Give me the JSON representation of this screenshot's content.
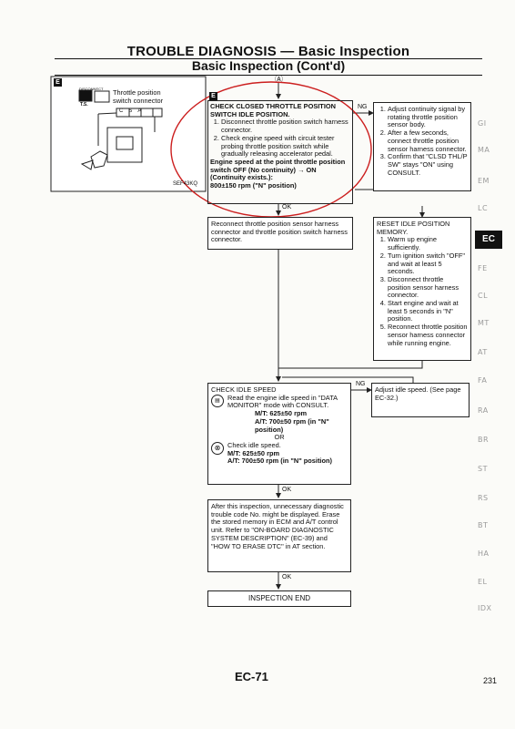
{
  "header": {
    "title": "TROUBLE DIAGNOSIS — Basic Inspection",
    "subtitle": "Basic Inspection (Cont'd)"
  },
  "connector_symbol": "Ⓐ",
  "diagram": {
    "tag": "E",
    "label": "Throttle position switch connector",
    "disconnect": "DISCONNECT",
    "ts": "T.S.",
    "pins": [
      "C",
      "S",
      "A"
    ],
    "ref": "SEF43KQ"
  },
  "step_check": {
    "tag": "E",
    "title": "CHECK CLOSED THROTTLE POSITION SWITCH IDLE POSITION.",
    "items": [
      "Disconnect throttle position switch harness connector.",
      "Check engine speed with circuit tester probing throttle position switch while gradually releasing accelerator pedal."
    ],
    "result": "Engine speed at the point throttle position switch OFF (No continuity) → ON (Continuity exists.):",
    "spec": "800±150 rpm (\"N\" position)"
  },
  "step_adjust": {
    "items": [
      "Adjust continuity signal by rotating throttle position sensor body.",
      "After a few seconds, connect throttle position sensor harness connector.",
      "Confirm that \"CLSD THL/P SW\" stays \"ON\" using CONSULT."
    ]
  },
  "step_reconnect": {
    "text": "Reconnect throttle position sensor harness connector and throttle position switch harness connector."
  },
  "step_reset": {
    "title": "RESET IDLE POSITION MEMORY.",
    "items": [
      "Warm up engine sufficiently.",
      "Turn ignition switch \"OFF\" and wait at least 5 seconds.",
      "Disconnect throttle position sensor harness connector.",
      "Start engine and wait at least 5 seconds in \"N\" position.",
      "Reconnect throttle position sensor harness connector while running engine."
    ]
  },
  "step_idle": {
    "title": "CHECK IDLE SPEED",
    "consult_text": "Read the engine idle speed in \"DATA MONITOR\" mode with CONSULT.",
    "mt": "M/T: 625±50 rpm",
    "at": "A/T: 700±50 rpm (in \"N\" position)",
    "or": "OR",
    "check_text": "Check idle speed.",
    "mt2": "M/T: 625±50 rpm",
    "at2": "A/T: 700±50 rpm (in \"N\" position)"
  },
  "step_adjust_idle": {
    "text": "Adjust idle speed. (See page EC-32.)"
  },
  "step_after": {
    "text": "After this inspection, unnecessary diagnostic trouble code No. might be displayed. Erase the stored memory in ECM and A/T control unit. Refer to \"ON-BOARD DIAGNOSTIC SYSTEM DESCRIPTION\" (EC-39) and \"HOW TO ERASE DTC\" in AT section."
  },
  "step_end": {
    "text": "INSPECTION END"
  },
  "flow_labels": {
    "ng": "NG",
    "ok": "OK"
  },
  "side_index": [
    "GI",
    "MA",
    "EM",
    "LC",
    "EC",
    "FE",
    "CL",
    "MT",
    "AT",
    "FA",
    "RA",
    "BR",
    "ST",
    "RS",
    "BT",
    "HA",
    "EL",
    "IDX"
  ],
  "footer": {
    "page_code": "EC-71",
    "page_number": "231"
  },
  "colors": {
    "highlight_ellipse": "#cc1f1f",
    "side_index_active_bg": "#111111"
  }
}
